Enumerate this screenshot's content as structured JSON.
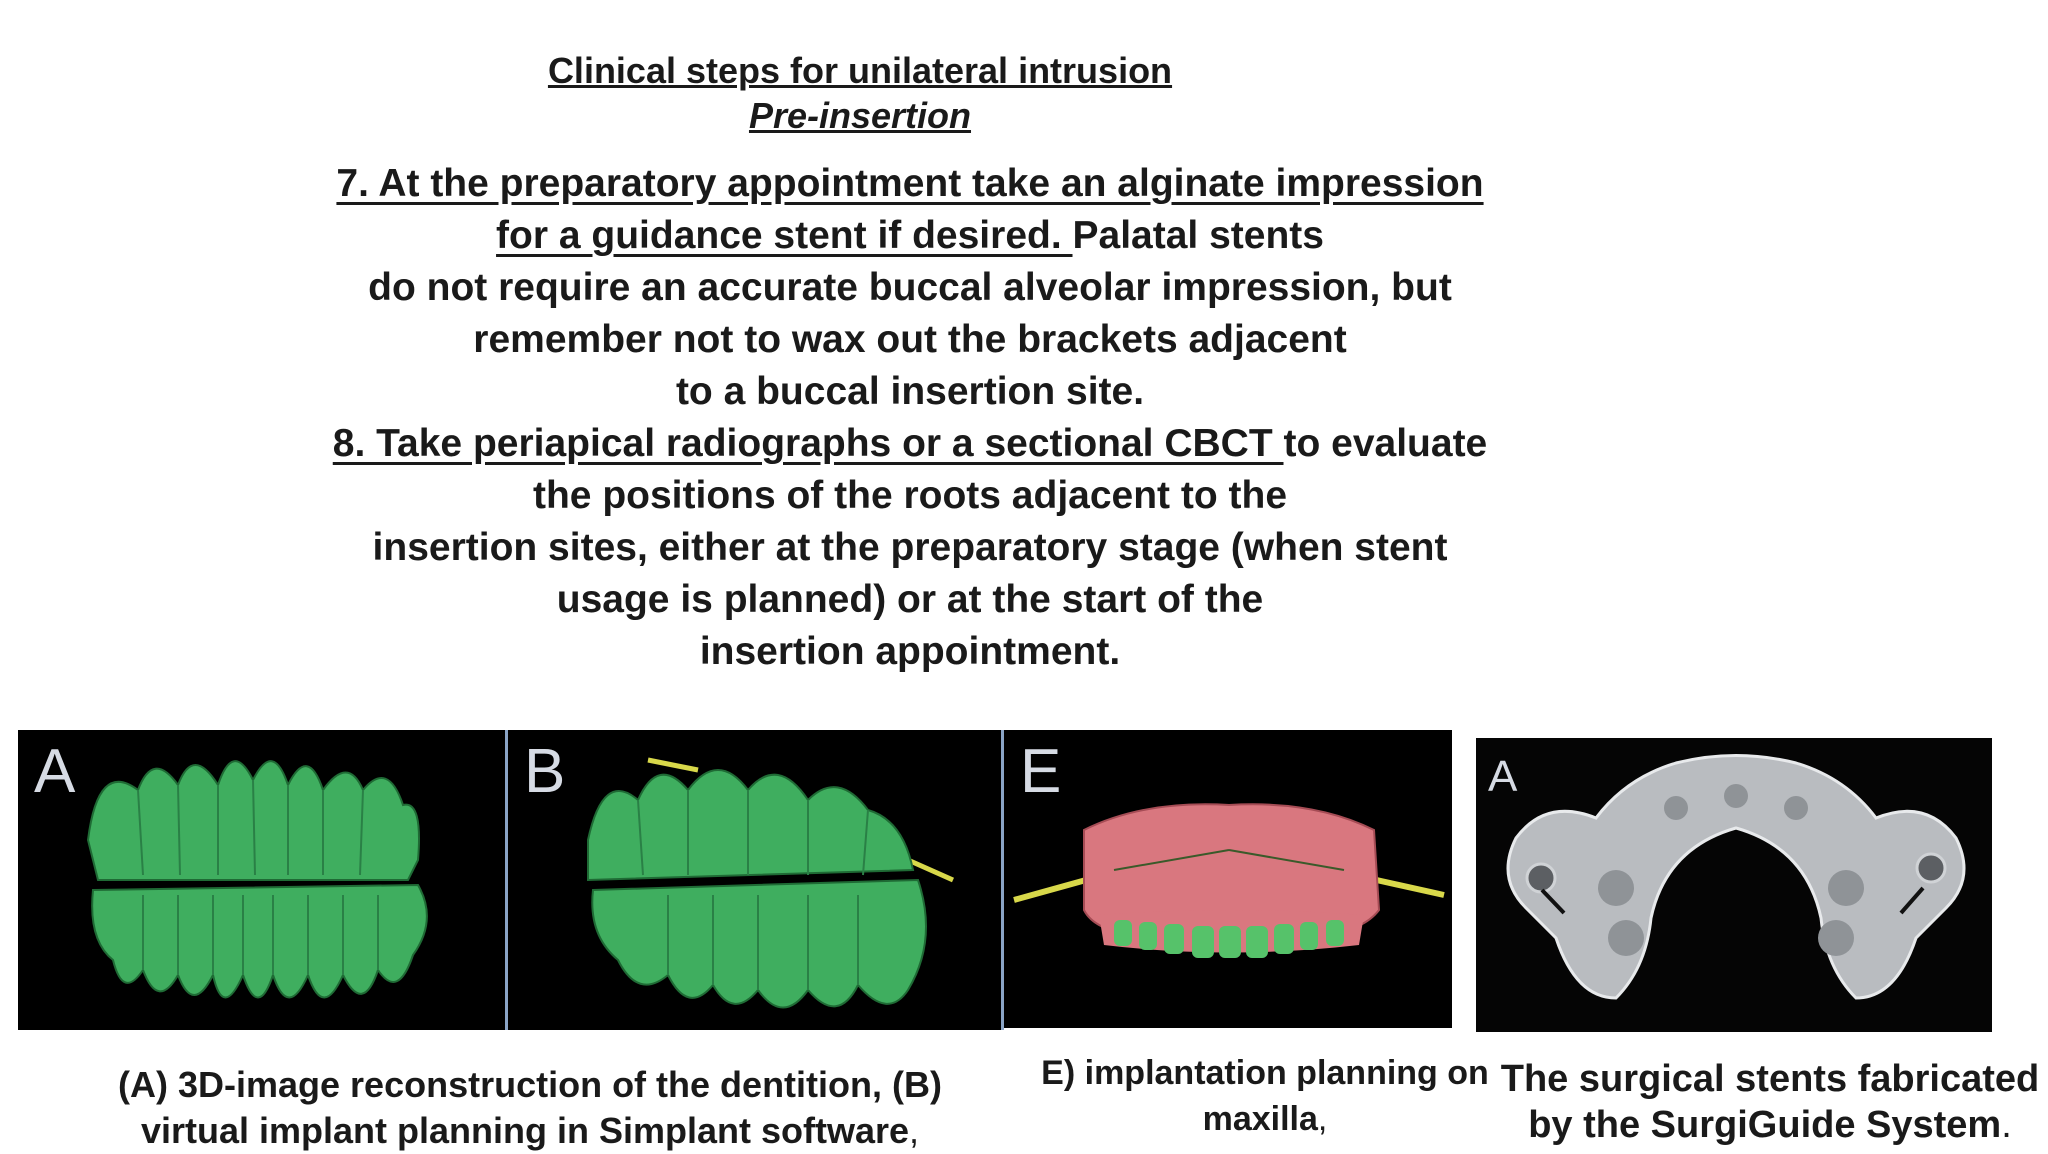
{
  "title": "Clinical steps for unilateral intrusion",
  "subtitle": "Pre-insertion",
  "step7": {
    "underlined_line1": "7. At the preparatory appointment take an alginate impression",
    "underlined_line2": "for a guidance stent if desired. ",
    "rest_line2": "Palatal stents",
    "line3": "do not require an accurate buccal alveolar impression, but",
    "line4": "remember not to wax out the brackets adjacent",
    "line5": "to a buccal insertion site."
  },
  "step8": {
    "underlined": "8. Take periapical radiographs or a sectional CBCT ",
    "rest_line1": "to evaluate",
    "line2": "the positions of the roots adjacent to the",
    "line3": "insertion sites, either at the preparatory stage (when stent",
    "line4": "usage is planned) or at the start of the",
    "line5": "insertion appointment."
  },
  "figures": {
    "panel_a_letter": "A",
    "panel_b_letter": "B",
    "panel_e_letter": "E",
    "panel_stent_letter": "A"
  },
  "captions": {
    "ab_line1": "(A) 3D-image reconstruction of the dentition, (B)",
    "ab_line2": "virtual implant planning in Simplant software",
    "ab_trail": ",",
    "e_line1": "E) implantation planning on",
    "e_line2": "maxilla",
    "e_trail": ",",
    "s_line1": "The surgical stents fabricated",
    "s_line2": "by the SurgiGuide System",
    "s_trail": "."
  },
  "colors": {
    "teeth_green": "#3fae5f",
    "gum_pink": "#d9777f",
    "implant_yellow": "#d8d84a",
    "divider_blue": "#8aa4c6"
  }
}
